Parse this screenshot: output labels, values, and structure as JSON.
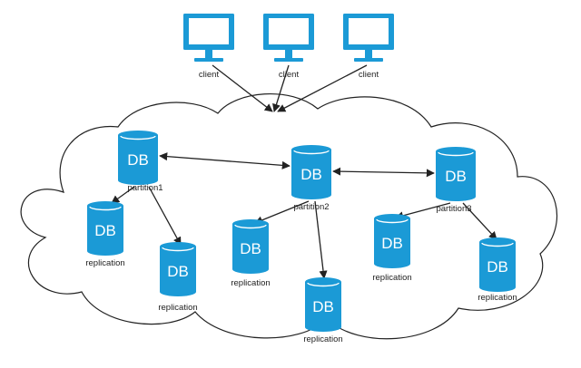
{
  "colors": {
    "accent": "#1b9ad6",
    "line": "#222222"
  },
  "clients": [
    {
      "label": "client",
      "icon": "monitor-icon"
    },
    {
      "label": "client",
      "icon": "monitor-icon"
    },
    {
      "label": "client",
      "icon": "monitor-icon"
    }
  ],
  "partitions": [
    {
      "db_text": "DB",
      "label": "partition1",
      "icon": "database-icon"
    },
    {
      "db_text": "DB",
      "label": "partition2",
      "icon": "database-icon"
    },
    {
      "db_text": "DB",
      "label": "partition3",
      "icon": "database-icon"
    }
  ],
  "replicas": [
    {
      "db_text": "DB",
      "label": "replication",
      "icon": "database-icon"
    },
    {
      "db_text": "DB",
      "label": "replication",
      "icon": "database-icon"
    },
    {
      "db_text": "DB",
      "label": "replication",
      "icon": "database-icon"
    },
    {
      "db_text": "DB",
      "label": "replication",
      "icon": "database-icon"
    },
    {
      "db_text": "DB",
      "label": "replication",
      "icon": "database-icon"
    },
    {
      "db_text": "DB",
      "label": "replication",
      "icon": "database-icon"
    }
  ]
}
